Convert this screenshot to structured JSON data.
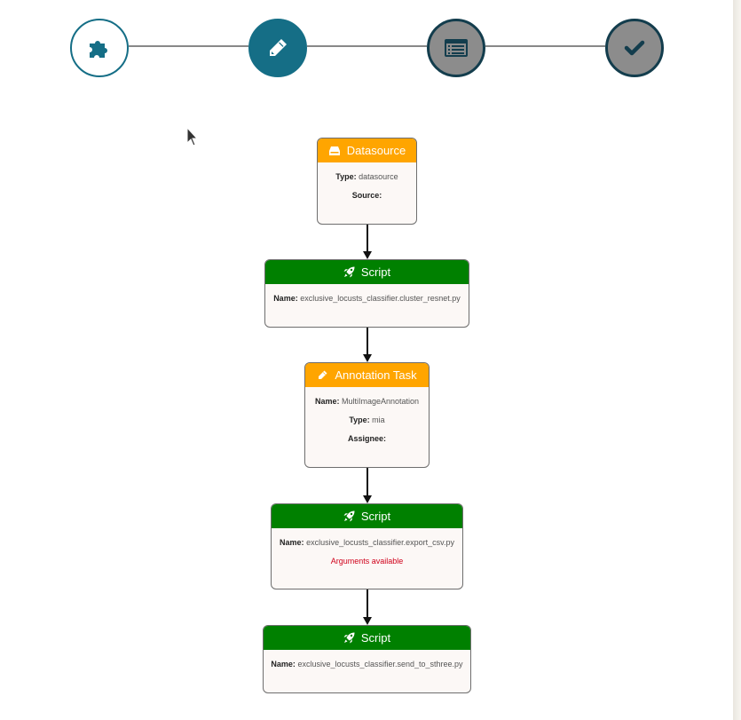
{
  "stepper": {
    "steps": [
      {
        "name": "select-pipeline",
        "icon": "puzzle-icon",
        "state": "done"
      },
      {
        "name": "edit-pipeline",
        "icon": "pencil-icon",
        "state": "active"
      },
      {
        "name": "pipeline-list",
        "icon": "list-window-icon",
        "state": "pending"
      },
      {
        "name": "finish",
        "icon": "check-icon",
        "state": "pending"
      }
    ],
    "colors": {
      "active": "#156e86",
      "pending": "#8c8c8c"
    }
  },
  "flow": {
    "nodes": [
      {
        "type": "datasource",
        "header": "Datasource",
        "icon": "database-icon",
        "color": "#ffa500",
        "type_label": "Type:",
        "type_value": "datasource",
        "source_label": "Source:",
        "source_value": ""
      },
      {
        "type": "script",
        "header": "Script",
        "icon": "rocket-icon",
        "color": "#008000",
        "name_label": "Name:",
        "name_value": "exclusive_locusts_classifier.cluster_resnet.py"
      },
      {
        "type": "annotation-task",
        "header": "Annotation Task",
        "icon": "pencil-icon",
        "color": "#ffa500",
        "name_label": "Name:",
        "name_value": "MultiImageAnnotation",
        "type_label": "Type:",
        "type_value": "mia",
        "assignee_label": "Assignee:",
        "assignee_value": ""
      },
      {
        "type": "script",
        "header": "Script",
        "icon": "rocket-icon",
        "color": "#008000",
        "name_label": "Name:",
        "name_value": "exclusive_locusts_classifier.export_csv.py",
        "note": "Arguments available"
      },
      {
        "type": "script",
        "header": "Script",
        "icon": "rocket-icon",
        "color": "#008000",
        "name_label": "Name:",
        "name_value": "exclusive_locusts_classifier.send_to_sthree.py"
      }
    ]
  }
}
